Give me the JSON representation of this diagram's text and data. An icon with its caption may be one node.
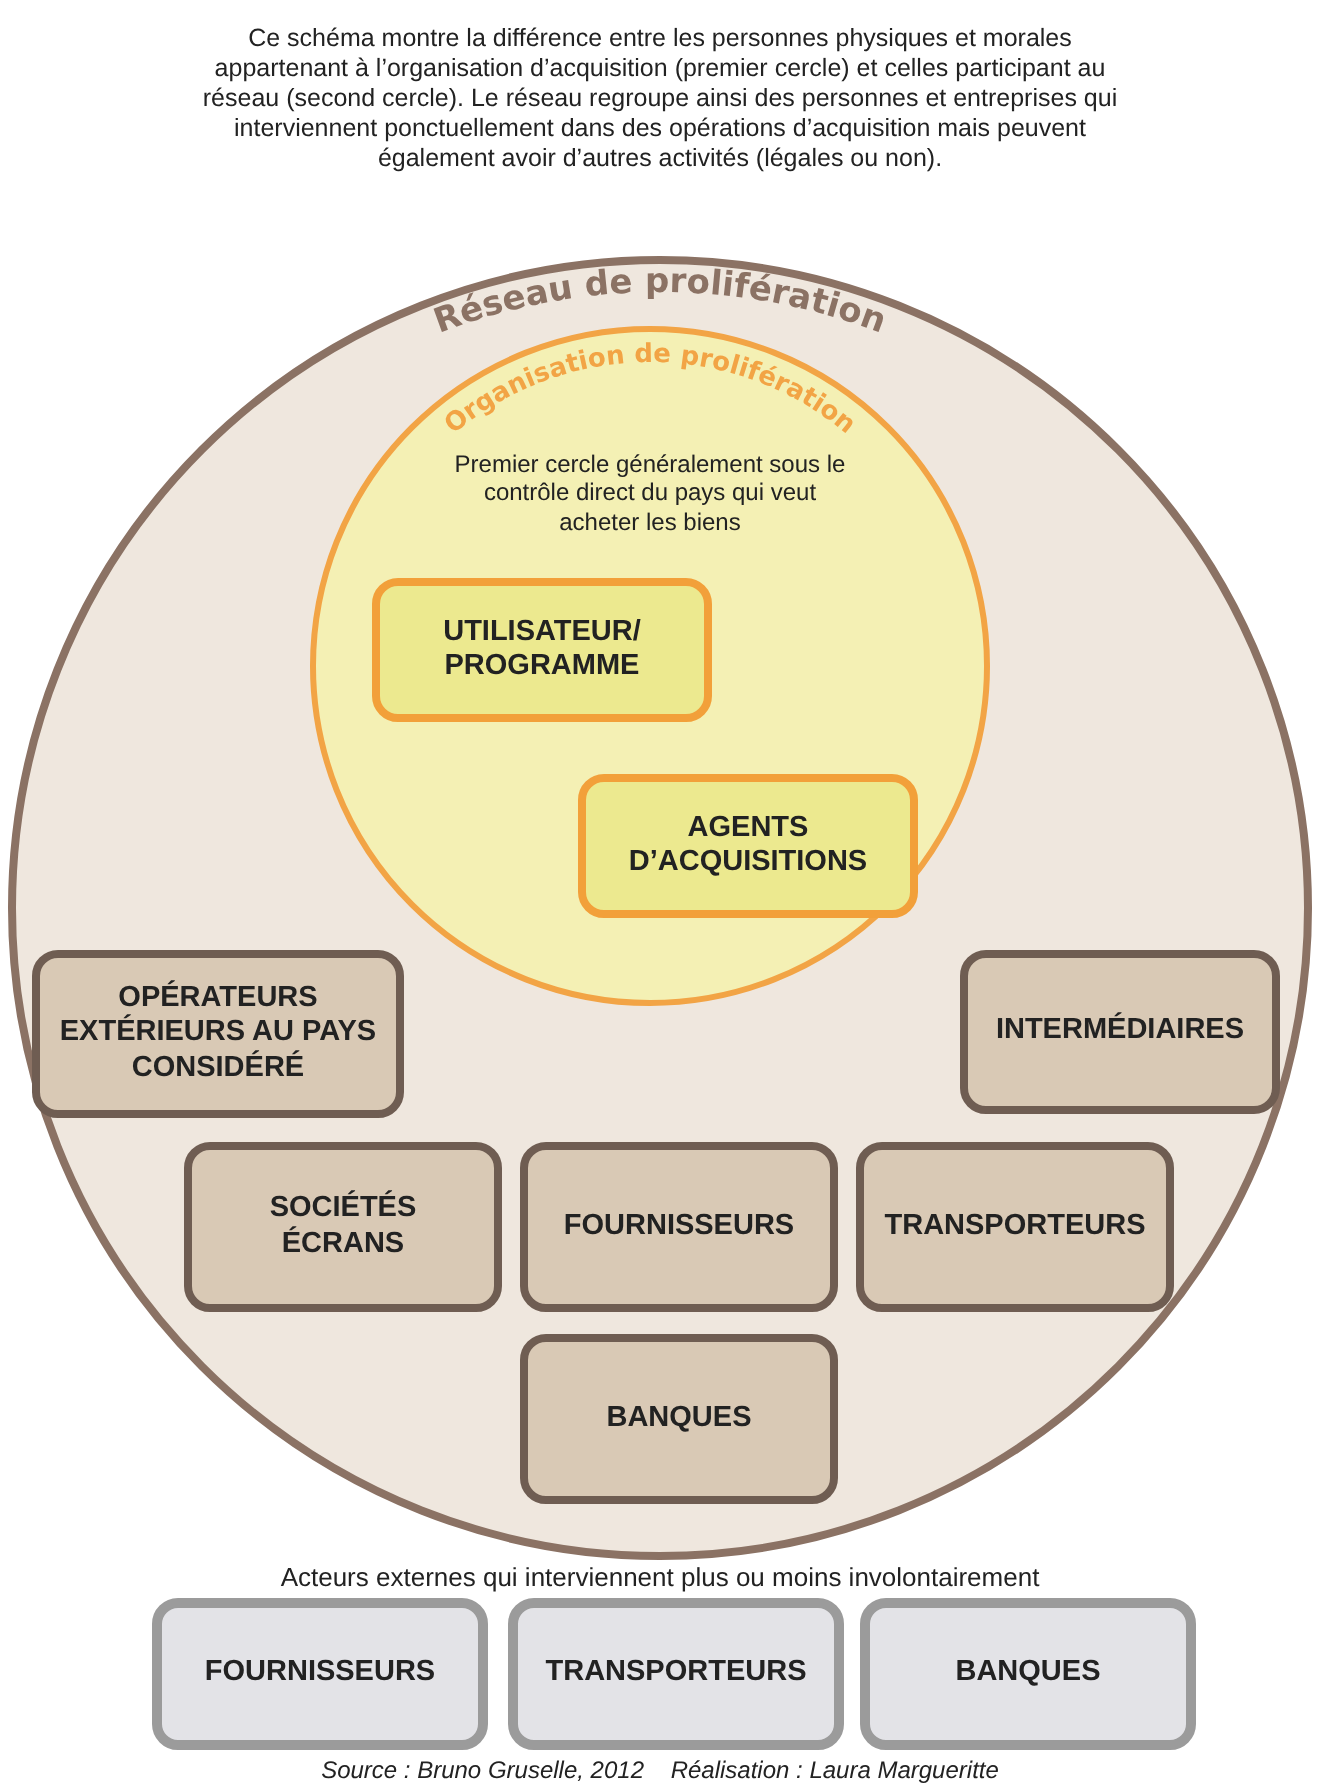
{
  "diagram": {
    "nodes": [
      {
        "text": [
          "Réseau de prolifération"
        ]
      },
      {
        "text": [
          "Organisation de prolifération",
          "Premier cercle généralement sous le contrôle direct du pays qui veut acheter les biens"
        ],
        "in": 0
      },
      {
        "text": [
          "UTILISATEUR/ PROGRAMME"
        ],
        "in": 1
      },
      {
        "text": [
          "AGENTS D’ACQUISITIONS"
        ],
        "in": 1
      },
      {
        "text": [
          "OPÉRATEURS EXTÉRIEURS AU PAYS CONSIDÉRÉ"
        ],
        "in": 0
      },
      {
        "text": [
          "INTERMÉDIAIRES"
        ],
        "in": 0
      },
      {
        "text": [
          "SOCIÉTÉS ÉCRANS"
        ],
        "in": 0
      },
      {
        "text": [
          "FOURNISSEURS"
        ],
        "in": 0
      },
      {
        "text": [
          "TRANSPORTEURS"
        ],
        "in": 0
      },
      {
        "text": [
          "BANQUES"
        ],
        "in": 0
      },
      {
        "text": [
          "FOURNISSEURS"
        ]
      },
      {
        "text": [
          "TRANSPORTEURS"
        ]
      },
      {
        "text": [
          "BANQUES"
        ]
      }
    ],
    "labels": [
      "Ce schéma montre la différence entre les personnes physiques et morales appartenant à l’organisation d’acquisition (premier cercle) et celles participant au réseau (second cercle). Le réseau regroupe ainsi des personnes et entreprises qui interviennent ponctuellement dans des opérations d’acquisition mais peuvent également avoir d’autres activités (légales ou non).",
      "Acteurs externes qui interviennent plus ou moins involontairement",
      "*Source : Bruno Gruselle, 2012    Réalisation : Laura Margueritte*"
    ]
  }
}
